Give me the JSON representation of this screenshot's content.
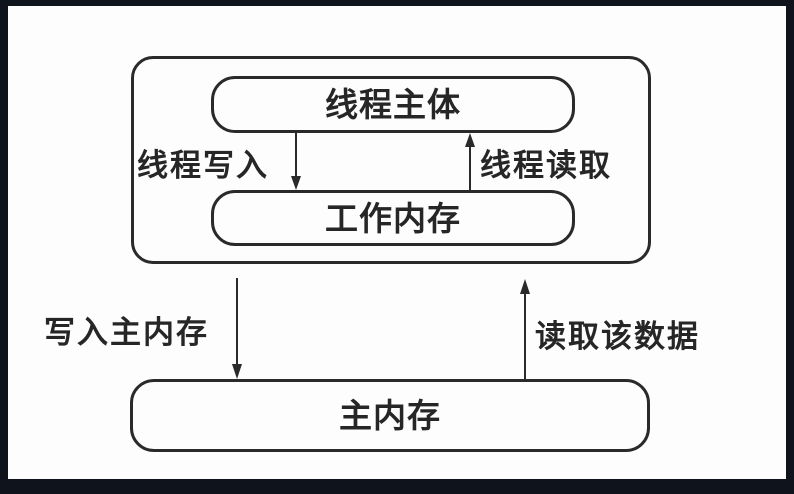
{
  "diagram": {
    "type": "memory-model-flow",
    "colors": {
      "frame": "#0f131c",
      "background": "#fdfdfd",
      "stroke": "#2a2a2a",
      "text": "#262626"
    },
    "nodes": {
      "thread_body": {
        "label": "线程主体"
      },
      "working_memory": {
        "label": "工作内存"
      },
      "main_memory": {
        "label": "主内存"
      }
    },
    "edges": {
      "thread_write": {
        "label": "线程写入",
        "from": "线程主体",
        "to": "工作内存",
        "direction": "down"
      },
      "thread_read": {
        "label": "线程读取",
        "from": "工作内存",
        "to": "线程主体",
        "direction": "up"
      },
      "write_main": {
        "label": "写入主内存",
        "from": "工作内存",
        "to": "主内存",
        "direction": "down"
      },
      "read_data": {
        "label": "读取该数据",
        "from": "主内存",
        "to": "工作内存",
        "direction": "up"
      }
    }
  }
}
